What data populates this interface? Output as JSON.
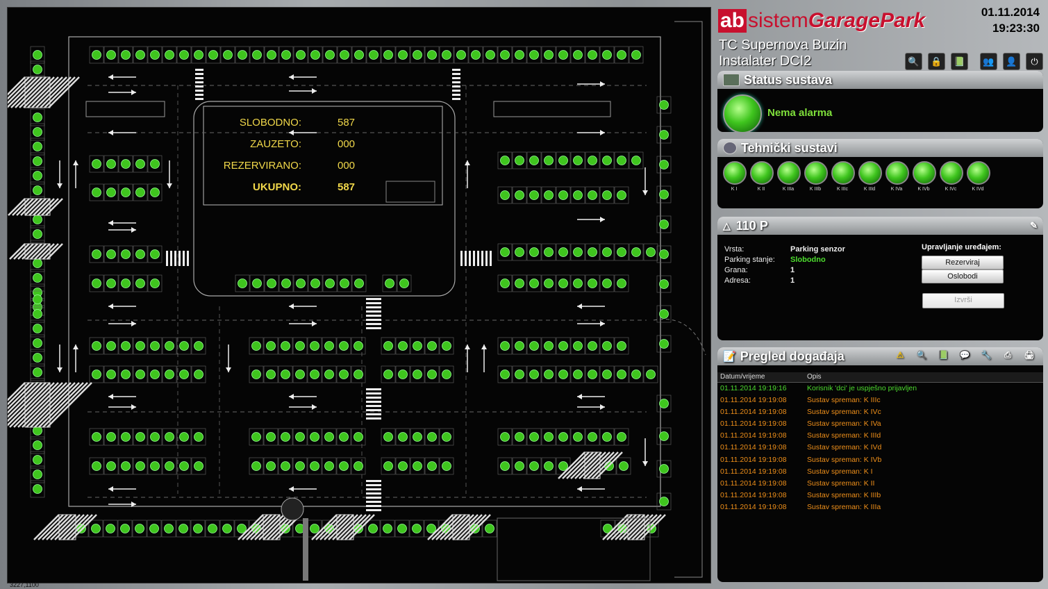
{
  "header": {
    "logo_ab": "ab",
    "logo_sistem": "sistem",
    "logo_garagepark": "GaragePark",
    "date": "01.11.2014",
    "time": "19:23:30",
    "site_name": "TC Supernova Buzin",
    "user": "Instalater DCI2"
  },
  "toolbar": [
    {
      "name": "search-icon",
      "glyph": "🔍"
    },
    {
      "name": "lock-icon",
      "glyph": "🔒"
    },
    {
      "name": "book-icon",
      "glyph": "📗"
    },
    {
      "name": "users-icon",
      "glyph": "👥"
    },
    {
      "name": "user-icon",
      "glyph": "👤"
    },
    {
      "name": "power-icon",
      "glyph": "⏻"
    }
  ],
  "counters": [
    {
      "label": "SLOBODNO:",
      "value": "587"
    },
    {
      "label": "ZAUZETO:",
      "value": "000"
    },
    {
      "label": "REZERVIRANO:",
      "value": "000"
    },
    {
      "label": "UKUPNO:",
      "value": "587"
    }
  ],
  "status": {
    "title": "Status sustava",
    "text": "Nema alarma"
  },
  "tech": {
    "title": "Tehnički sustavi",
    "systems": [
      "K I",
      "K II",
      "K IIIa",
      "K IIIb",
      "K IIIc",
      "K IIId",
      "K IVa",
      "K IVb",
      "K IVc",
      "K IVd"
    ]
  },
  "sensor": {
    "title": "110 P",
    "fields": [
      {
        "key": "Vrsta:",
        "value": "Parking senzor"
      },
      {
        "key": "Parking stanje:",
        "value": "Slobodno"
      },
      {
        "key": "Grana:",
        "value": "1"
      },
      {
        "key": "Adresa:",
        "value": "1"
      }
    ],
    "control_label": "Upravljanje uređajem:",
    "reserve_button": "Rezerviraj",
    "release_button": "Oslobodi",
    "execute_button": "Izvrši"
  },
  "events": {
    "title": "Pregled događaja",
    "col_time": "Datum/vrijeme",
    "col_desc": "Opis",
    "rows": [
      {
        "time": "01.11.2014 19:19:16",
        "desc": "Korisnik 'dci' je uspješno prijavljen",
        "level": "ok"
      },
      {
        "time": "01.11.2014 19:19:08",
        "desc": "Sustav spreman: K IIIc",
        "level": "warn"
      },
      {
        "time": "01.11.2014 19:19:08",
        "desc": "Sustav spreman: K IVc",
        "level": "warn"
      },
      {
        "time": "01.11.2014 19:19:08",
        "desc": "Sustav spreman: K IVa",
        "level": "warn"
      },
      {
        "time": "01.11.2014 19:19:08",
        "desc": "Sustav spreman: K IIId",
        "level": "warn"
      },
      {
        "time": "01.11.2014 19:19:08",
        "desc": "Sustav spreman: K IVd",
        "level": "warn"
      },
      {
        "time": "01.11.2014 19:19:08",
        "desc": "Sustav spreman: K IVb",
        "level": "warn"
      },
      {
        "time": "01.11.2014 19:19:08",
        "desc": "Sustav spreman: K I",
        "level": "warn"
      },
      {
        "time": "01.11.2014 19:19:08",
        "desc": "Sustav spreman: K II",
        "level": "warn"
      },
      {
        "time": "01.11.2014 19:19:08",
        "desc": "Sustav spreman: K IIIb",
        "level": "warn"
      },
      {
        "time": "01.11.2014 19:19:08",
        "desc": "Sustav spreman: K IIIa",
        "level": "warn"
      }
    ]
  },
  "map": {
    "coords": "3227,1100",
    "spot_color": "#3fc51e"
  }
}
